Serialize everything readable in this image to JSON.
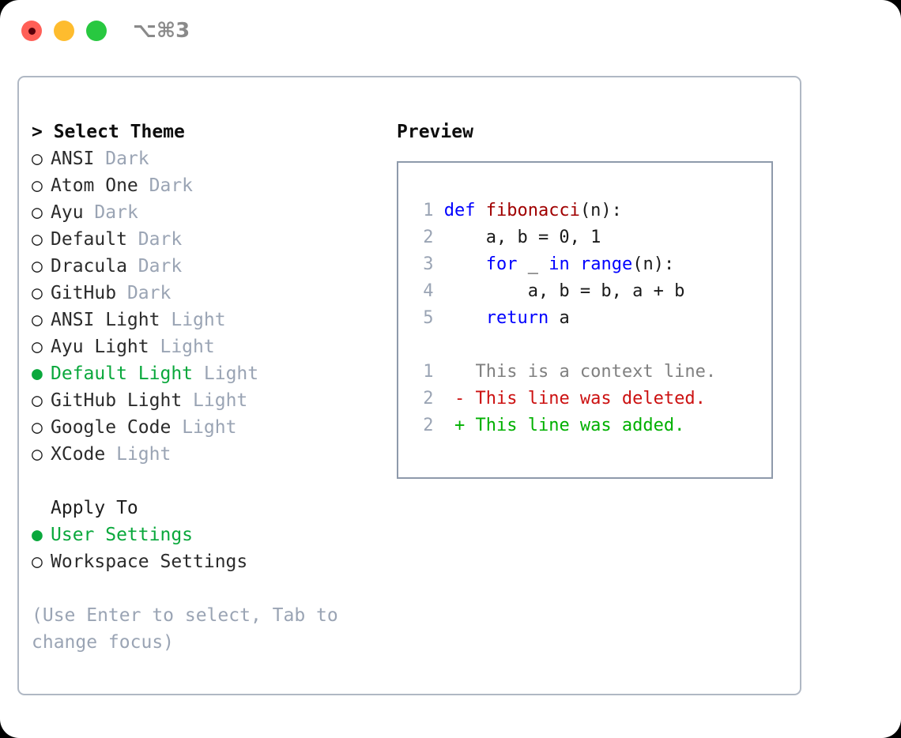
{
  "titlebar": {
    "shortcut": "⌥⌘3",
    "buttons": [
      {
        "name": "close",
        "color": "#ff5f57"
      },
      {
        "name": "minimize",
        "color": "#febc2e"
      },
      {
        "name": "zoom",
        "color": "#28c840"
      }
    ]
  },
  "theme_list": {
    "header_prefix": "> ",
    "header": "Select Theme",
    "marker_selected": "●",
    "marker_unselected": "○",
    "items": [
      {
        "label": "ANSI",
        "category": "Dark",
        "selected": false
      },
      {
        "label": "Atom One",
        "category": "Dark",
        "selected": false
      },
      {
        "label": "Ayu",
        "category": "Dark",
        "selected": false
      },
      {
        "label": "Default",
        "category": "Dark",
        "selected": false
      },
      {
        "label": "Dracula",
        "category": "Dark",
        "selected": false
      },
      {
        "label": "GitHub",
        "category": "Dark",
        "selected": false
      },
      {
        "label": "ANSI Light",
        "category": "Light",
        "selected": false
      },
      {
        "label": "Ayu Light",
        "category": "Light",
        "selected": false
      },
      {
        "label": "Default Light",
        "category": "Light",
        "selected": true
      },
      {
        "label": "GitHub Light",
        "category": "Light",
        "selected": false
      },
      {
        "label": "Google Code",
        "category": "Light",
        "selected": false
      },
      {
        "label": "XCode",
        "category": "Light",
        "selected": false
      }
    ]
  },
  "apply_to": {
    "header": "Apply To",
    "options": [
      {
        "label": "User Settings",
        "selected": true
      },
      {
        "label": "Workspace Settings",
        "selected": false
      }
    ]
  },
  "hint": "(Use Enter to select, Tab to change focus)",
  "preview": {
    "title": "Preview",
    "code_lines": [
      {
        "no": "1",
        "tokens": [
          {
            "t": "def ",
            "c": "kw"
          },
          {
            "t": "fibonacci",
            "c": "fn"
          },
          {
            "t": "(n):",
            "c": "pl"
          }
        ]
      },
      {
        "no": "2",
        "tokens": [
          {
            "t": "    a, b = 0, 1",
            "c": "pl"
          }
        ]
      },
      {
        "no": "3",
        "tokens": [
          {
            "t": "    ",
            "c": "pl"
          },
          {
            "t": "for",
            "c": "kw"
          },
          {
            "t": " _ ",
            "c": "pl"
          },
          {
            "t": "in",
            "c": "kw"
          },
          {
            "t": " ",
            "c": "pl"
          },
          {
            "t": "range",
            "c": "kw"
          },
          {
            "t": "(n):",
            "c": "pl"
          }
        ]
      },
      {
        "no": "4",
        "tokens": [
          {
            "t": "        a, b = b, a + b",
            "c": "pl"
          }
        ]
      },
      {
        "no": "5",
        "tokens": [
          {
            "t": "    ",
            "c": "pl"
          },
          {
            "t": "return",
            "c": "kw"
          },
          {
            "t": " a",
            "c": "pl"
          }
        ]
      }
    ],
    "diff_lines": [
      {
        "no": "1",
        "sign": "  ",
        "text": "This is a context line.",
        "kind": "ctx"
      },
      {
        "no": "2",
        "sign": "- ",
        "text": "This line was deleted.",
        "kind": "del"
      },
      {
        "no": "2",
        "sign": "+ ",
        "text": "This line was added.",
        "kind": "add"
      }
    ]
  },
  "colors": {
    "accent_green": "#0aa83c",
    "muted": "#9aa4b4",
    "keyword_blue": "#0000ff",
    "function_red": "#a00000",
    "diff_delete": "#cc1111",
    "diff_add": "#00b000",
    "panel_border": "#b0b8c4",
    "preview_border": "#8e9aab"
  }
}
